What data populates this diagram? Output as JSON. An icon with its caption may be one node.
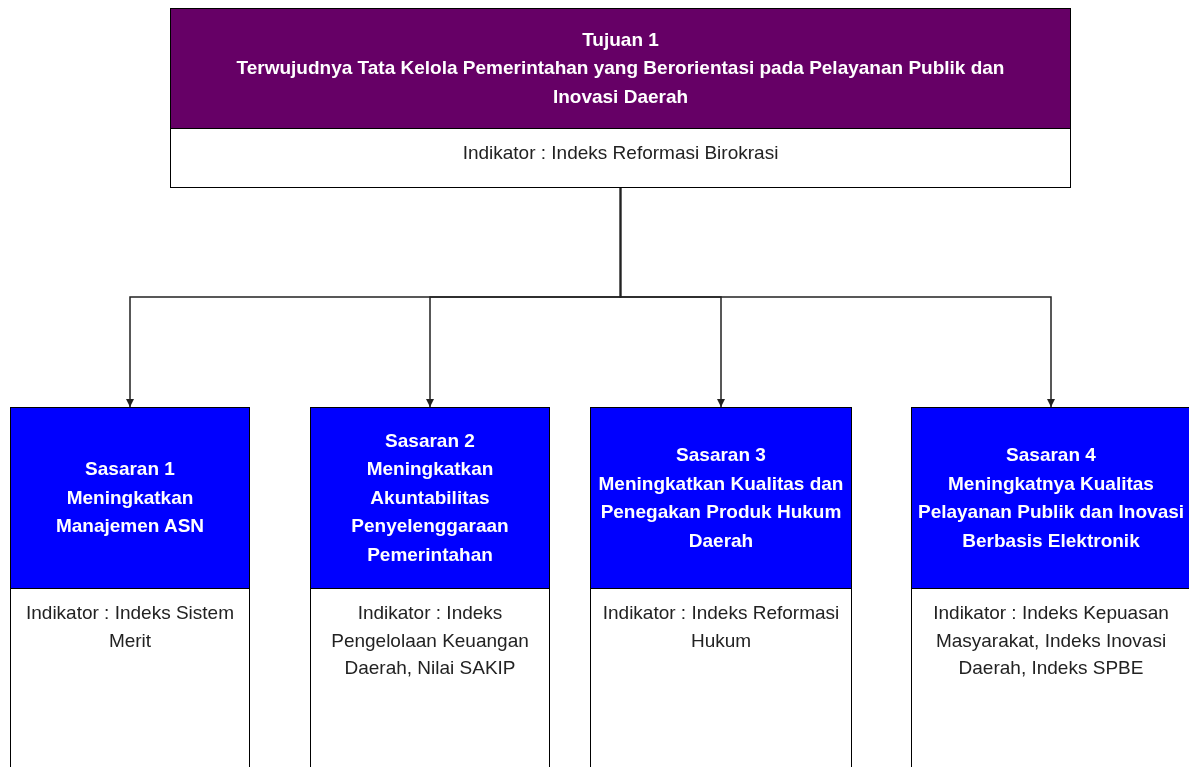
{
  "diagram": {
    "nodes": [
      {
        "text": [
          "Tujuan 1",
          "Terwujudnya Tata Kelola Pemerintahan yang Berorientasi pada Pelayanan Publik dan Inovasi Daerah",
          "Indikator : Indeks Reformasi Birokrasi"
        ]
      },
      {
        "text": [
          "Sasaran 1",
          "Meningkatkan Manajemen ASN",
          "Indikator : Indeks Sistem Merit"
        ]
      },
      {
        "text": [
          "Sasaran 2",
          "Meningkatkan Akuntabilitas Penyelenggaraan Pemerintahan",
          "Indikator : Indeks Pengelolaan Keuangan Daerah, Nilai SAKIP"
        ]
      },
      {
        "text": [
          "Sasaran 3",
          "Meningkatkan Kualitas dan Penegakan Produk Hukum Daerah",
          "Indikator : Indeks Reformasi Hukum"
        ]
      },
      {
        "text": [
          "Sasaran 4",
          "Meningkatnya Kualitas Pelayanan Publik dan Inovasi Berbasis Elektronik",
          "Indikator : Indeks Kepuasan Masyarakat, Indeks Inovasi Daerah, Indeks SPBE"
        ]
      }
    ],
    "edges": [
      {
        "from": 0,
        "to": 1,
        "arrow": "to"
      },
      {
        "from": 0,
        "to": 2,
        "arrow": "to"
      },
      {
        "from": 0,
        "to": 3,
        "arrow": "to"
      },
      {
        "from": 0,
        "to": 4,
        "arrow": "to"
      }
    ]
  }
}
